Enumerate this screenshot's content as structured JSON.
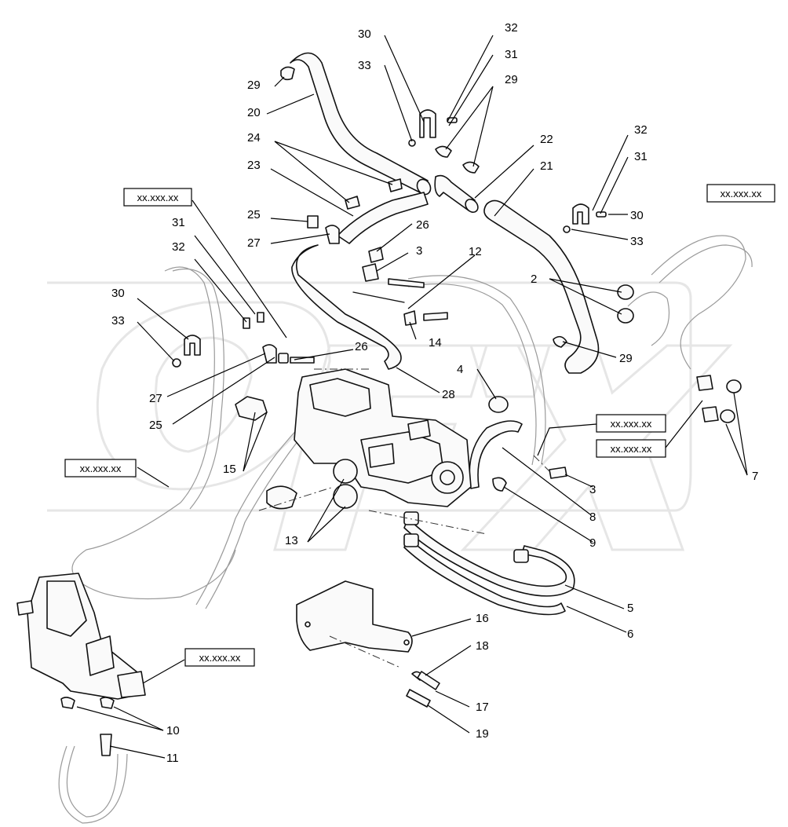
{
  "diagram": {
    "reference_boxes": [
      "xx.xxx.xx",
      "xx.xxx.xx",
      "xx.xxx.xx",
      "xx.xxx.xx",
      "xx.xxx.xx",
      "xx.xxx.xx"
    ],
    "callouts": [
      "30",
      "32",
      "33",
      "31",
      "29",
      "29",
      "20",
      "24",
      "23",
      "22",
      "21",
      "32",
      "31",
      "25",
      "30",
      "33",
      "27",
      "26",
      "3",
      "12",
      "31",
      "32",
      "2",
      "30",
      "33",
      "14",
      "26",
      "29",
      "4",
      "27",
      "28",
      "25",
      "15",
      "3",
      "8",
      "7",
      "9",
      "13",
      "5",
      "6",
      "16",
      "18",
      "17",
      "19",
      "10",
      "11"
    ]
  }
}
